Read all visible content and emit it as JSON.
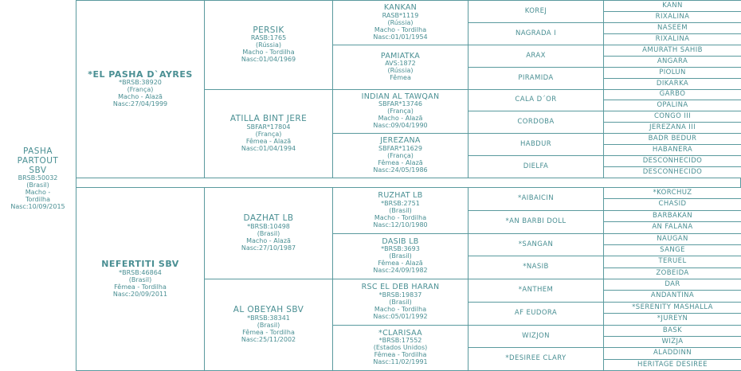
{
  "subject": {
    "name_lines": [
      "PASHA",
      "PARTOUT",
      "SBV"
    ],
    "details": [
      "BRSB:50032",
      "(Brasil)",
      "Macho  -",
      "Tordilha",
      "Nasc:10/09/2015"
    ]
  },
  "gen1": [
    {
      "name": "*EL PASHA D`AYRES",
      "details": [
        "*BRSB:38920",
        "(França)",
        "Macho  - Alazã",
        "Nasc:27/04/1999"
      ]
    },
    {
      "name": "NEFERTITI SBV",
      "details": [
        "*BRSB:46864",
        "(Brasil)",
        "Fêmea  - Tordilha",
        "Nasc:20/09/2011"
      ]
    }
  ],
  "gen2": [
    {
      "name": "PERSIK",
      "details": [
        "RASB:1765",
        "(Rússia)",
        "Macho  - Tordilha",
        "Nasc:01/04/1969"
      ]
    },
    {
      "name": "ATILLA BINT JERE",
      "details": [
        "SBFAR*17804",
        "(França)",
        "Fêmea  - Alazã",
        "Nasc:01/04/1994"
      ]
    },
    {
      "name": "DAZHAT LB",
      "details": [
        "*BRSB:10498",
        "(Brasil)",
        "Macho  - Alazã",
        "Nasc:27/10/1987"
      ]
    },
    {
      "name": "AL OBEYAH SBV",
      "details": [
        "*BRSB:38341",
        "(Brasil)",
        "Fêmea  - Tordilha",
        "Nasc:25/11/2002"
      ]
    }
  ],
  "gen3": [
    {
      "name": "KANKAN",
      "details": [
        "RASB*1119",
        "(Rússia)",
        "Macho  - Tordilha",
        "Nasc:01/01/1954"
      ]
    },
    {
      "name": "PAMIATKA",
      "details": [
        "AVS:1872",
        "(Rússia)",
        "Fêmea"
      ]
    },
    {
      "name": "INDIAN AL TAWQAN",
      "details": [
        "SBFAR*13746",
        "(França)",
        "Macho  - Alazã",
        "Nasc:09/04/1990"
      ]
    },
    {
      "name": "JEREZANA",
      "details": [
        "SBFAR*11629",
        "(França)",
        "Fêmea  - Alazã",
        "Nasc:24/05/1986"
      ]
    },
    {
      "name": "RUZHAT LB",
      "details": [
        "*BRSB:2751",
        "(Brasil)",
        "Macho  - Tordilha",
        "Nasc:12/10/1980"
      ]
    },
    {
      "name": "DASIB LB",
      "details": [
        "*BRSB:3693",
        "(Brasil)",
        "Fêmea  - Alazã",
        "Nasc:24/09/1982"
      ]
    },
    {
      "name": "RSC EL DEB HARAN",
      "details": [
        "*BRSB:19837",
        "(Brasil)",
        "Macho  - Tordilha",
        "Nasc:05/01/1992"
      ]
    },
    {
      "name": "*CLARISAA",
      "details": [
        "*BRSB:17552",
        "(Estados Unidos)",
        "Fêmea  - Tordilha",
        "Nasc:11/02/1991"
      ]
    }
  ],
  "gen4": [
    "KOREJ",
    "NAGRADA I",
    "ARAX",
    "PIRAMIDA",
    "CALA D´OR",
    "CORDOBA",
    "HABDUR",
    "DIELFA",
    "*AIBAICIN",
    "*AN BARBI DOLL",
    "*SANGAN",
    "*NASIB",
    "*ANTHEM",
    "AF EUDORA",
    "WIZJON",
    "*DESIREE CLARY"
  ],
  "gen5": [
    "KANN",
    "RIXALINA",
    "NASEEM",
    "RIXALINA",
    "AMURATH SAHIB",
    "ANGARA",
    "PIOLUN",
    "DIKARKA",
    "GARBO",
    "OPALINA",
    "CONGO III",
    "JEREZANA III",
    "BADR BEDUR",
    "HABANERA",
    "DESCONHECIDO",
    "DESCONHECIDO",
    "*KORCHUZ",
    "CHASID",
    "BARBAKAN",
    "AN FALANA",
    "NAUGAN",
    "SANGE",
    "TERUEL",
    "ZOBEIDA",
    "DAR",
    "ANDANTINA",
    "*SERENITY MASHALLA",
    "*JUREYN",
    "BASK",
    "WIZJA",
    "ALADDINN",
    "HERITAGE DESIREE"
  ],
  "colors": {
    "line": "#5a9a9e",
    "text": "#4a8f93"
  }
}
